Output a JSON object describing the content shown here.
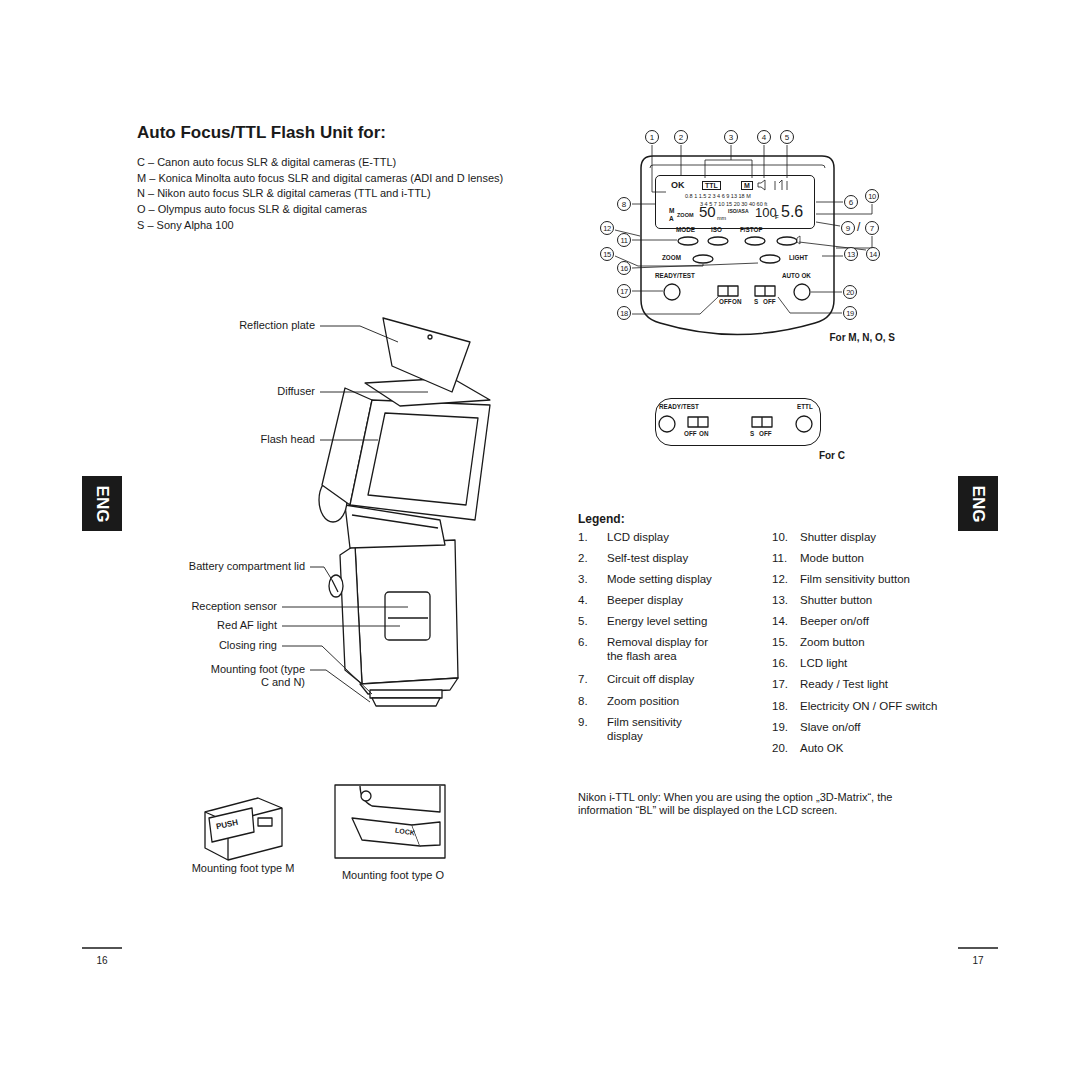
{
  "diagram": {
    "title": "Auto Focus/TTL Flash Unit for:",
    "nodes": [
      {
        "text": [
          "ENG"
        ]
      },
      {
        "text": [
          "ENG"
        ]
      },
      {
        "text": [
          "MODE",
          "ISO",
          "F/STOP",
          "ZOOM",
          "LIGHT",
          "READY/TEST",
          "AUTO OK",
          "OFF",
          "ON",
          "S",
          "OFF"
        ]
      },
      {
        "text": [
          "OK",
          "TTL",
          "M",
          "0.8 1 1.5 2 3 4 6 9 13 18 M",
          "3 4 5 7 10 15 20 30 40 60 ft",
          "M",
          "A",
          "ZOOM",
          "50",
          "mm",
          "ISO/ASA",
          "100",
          "F",
          "5.6"
        ],
        "in": 2
      },
      {
        "text": [
          "READY/TEST",
          "ETTL",
          "OFF",
          "ON",
          "S",
          "OFF"
        ]
      }
    ],
    "labels": [
      "C – Canon auto focus SLR & digital cameras (E-TTL)",
      "M – Konica Minolta auto focus SLR and digital cameras (ADI and D lenses)",
      "N – Nikon auto focus SLR & digital cameras (TTL and i-TTL)",
      "O – Olympus auto focus SLR & digital cameras",
      "S – Sony Alpha 100",
      "Reflection plate",
      "Diffuser",
      "Flash head",
      "Battery compartment lid",
      "Reception sensor",
      "Red AF light",
      "Closing ring",
      "Mounting foot (type C and N)",
      "PUSH",
      "LOCK",
      "Mounting foot type M",
      "Mounting foot type O",
      "16",
      "17",
      "1",
      "2",
      "3",
      "4",
      "5",
      "8",
      "6",
      "10",
      "12",
      "9",
      "/",
      "7",
      "11",
      "15",
      "13",
      "14",
      "16",
      "17",
      "20",
      "18",
      "19",
      "For M, N, O, S",
      "For C",
      "Legend:",
      "1.",
      "LCD display",
      "2.",
      "Self-test display",
      "3.",
      "Mode setting display",
      "4.",
      "Beeper display",
      "5.",
      "Energy level setting",
      "6.",
      "Removal display for the flash area",
      "7.",
      "Circuit off display",
      "8.",
      "Zoom position",
      "9.",
      "Film sensitivity display",
      "10.",
      "Shutter display",
      "11.",
      "Mode button",
      "12.",
      "Film sensitivity button",
      "13.",
      "Shutter button",
      "14.",
      "Beeper on/off",
      "15.",
      "Zoom button",
      "16.",
      "LCD light",
      "17.",
      "Ready / Test light",
      "18.",
      "Electricity ON / OFF switch",
      "19.",
      "Slave on/off",
      "20.",
      "Auto OK",
      "Nikon i-TTL only: When you are using the option „3D-Matrix“, the information “BL” will be displayed on the LCD screen."
    ]
  }
}
